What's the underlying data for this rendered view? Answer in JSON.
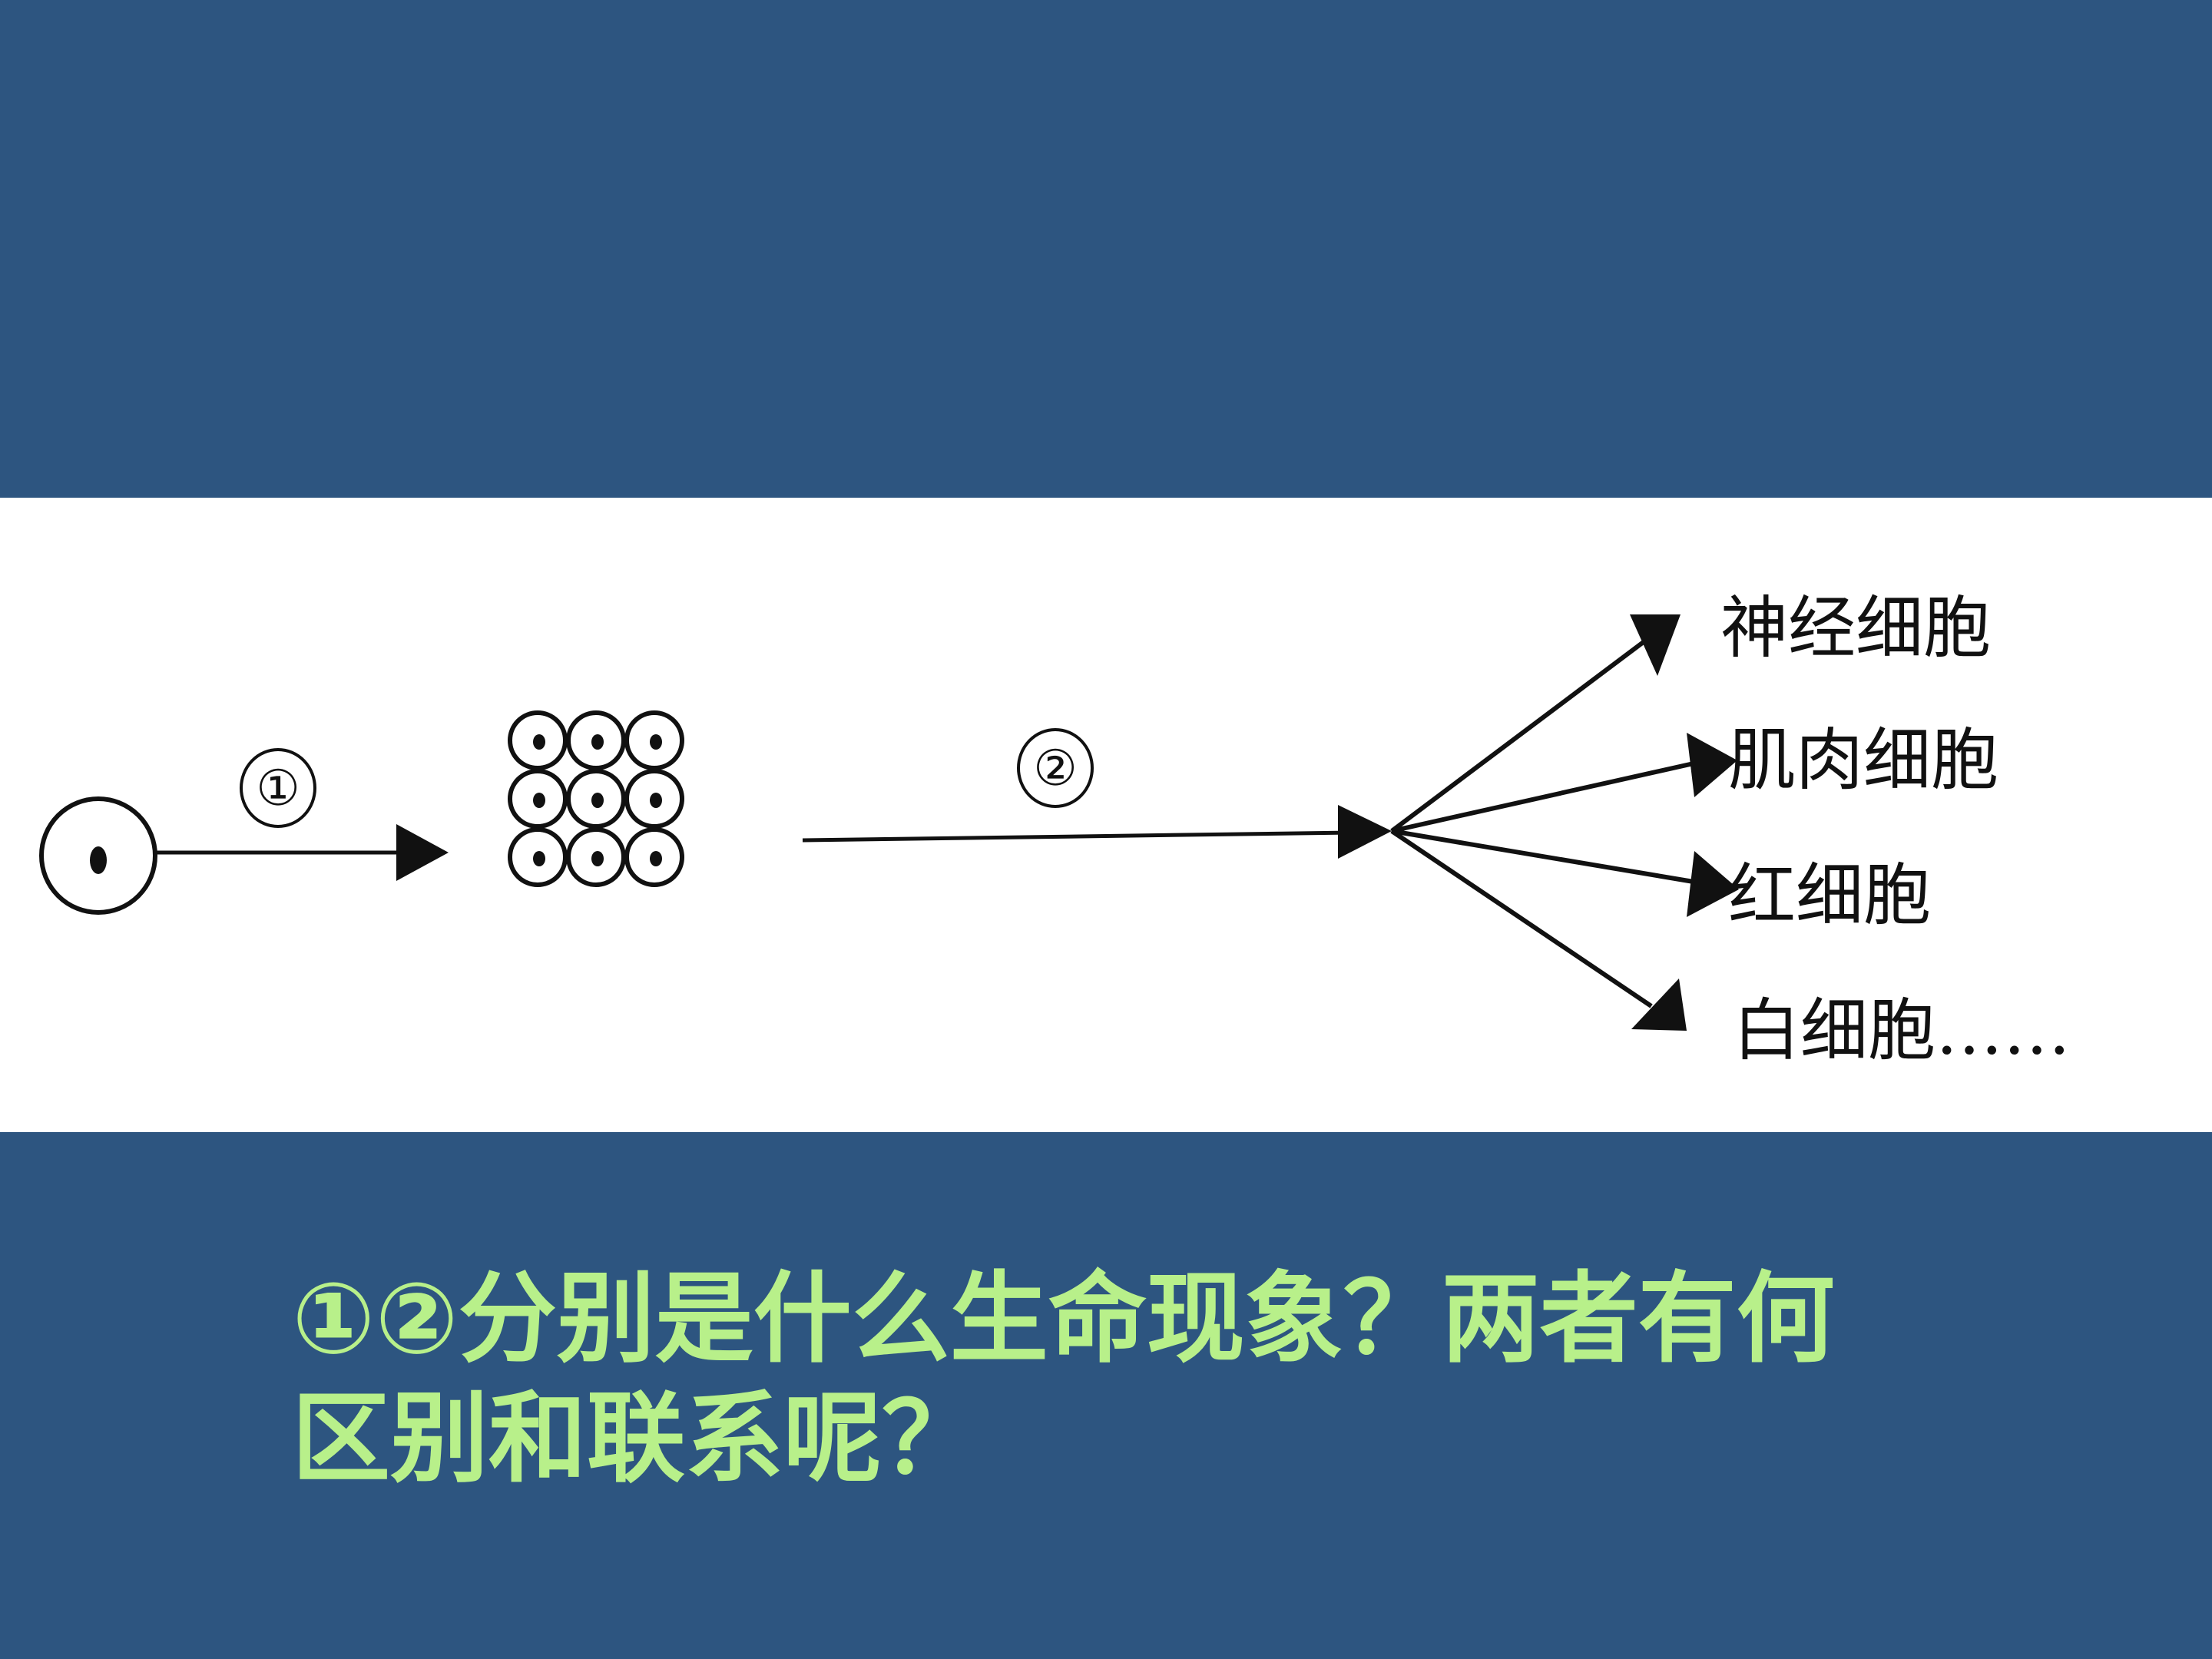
{
  "colors": {
    "background": "#2d5580",
    "panel": "#ffffff",
    "question_text": "#b8f08a",
    "ink": "#111111"
  },
  "diagram": {
    "step1_label": "①",
    "step2_label": "②",
    "cell_types": [
      "神经细胞",
      "肌肉细胞",
      "红细胞",
      "白细胞……"
    ]
  },
  "question": {
    "line1": "①②分别是什么生命现象？两者有何",
    "line2": "区别和联系呢？"
  }
}
